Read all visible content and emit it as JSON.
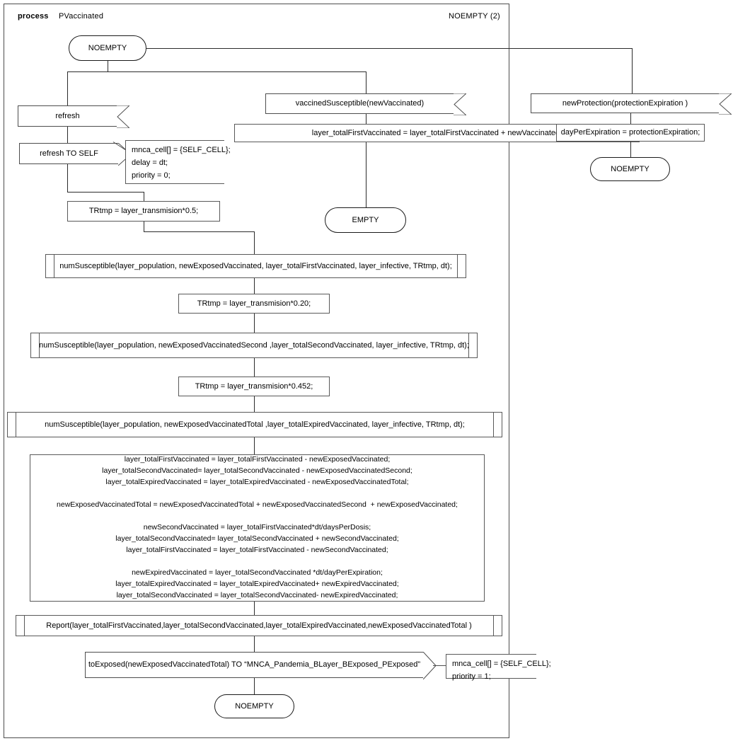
{
  "header": {
    "keyword": "process",
    "name": "PVaccinated",
    "page": "NOEMPTY (2)"
  },
  "states": {
    "start": "NOEMPTY",
    "middle_end": "EMPTY",
    "right_end": "NOEMPTY",
    "bottom_end": "NOEMPTY"
  },
  "left_branch": {
    "input_refresh": "refresh",
    "output_refresh_self": "refresh TO SELF",
    "comment_refresh": "mnca_cell[] = {SELF_CELL};\ndelay = dt;\npriority = 0;",
    "task_trtmp1": "TRtmp  = layer_transmision*0.5;"
  },
  "middle_branch": {
    "input_vaccined": "vaccinedSusceptible(newVaccinated)",
    "task_first": "layer_totalFirstVaccinated = layer_totalFirstVaccinated + newVaccinated;"
  },
  "right_branch": {
    "input_protection": "newProtection(protectionExpiration )",
    "task_dayper": "dayPerExpiration = protectionExpiration;"
  },
  "main_flow": {
    "proc_num1": "numSusceptible(layer_population, newExposedVaccinated, layer_totalFirstVaccinated, layer_infective, TRtmp, dt);",
    "task_trtmp2": "TRtmp = layer_transmision*0.20;",
    "proc_num2": "numSusceptible(layer_population, newExposedVaccinatedSecond ,layer_totalSecondVaccinated, layer_infective, TRtmp, dt);",
    "task_trtmp3": "TRtmp = layer_transmision*0.452;",
    "proc_num3": "numSusceptible(layer_population, newExposedVaccinatedTotal ,layer_totalExpiredVaccinated, layer_infective, TRtmp, dt);",
    "task_big": "layer_totalFirstVaccinated = layer_totalFirstVaccinated - newExposedVaccinated;\nlayer_totalSecondVaccinated= layer_totalSecondVaccinated - newExposedVaccinatedSecond;\nlayer_totalExpiredVaccinated = layer_totalExpiredVaccinated - newExposedVaccinatedTotal;\n\nnewExposedVaccinatedTotal = newExposedVaccinatedTotal + newExposedVaccinatedSecond  + newExposedVaccinated;\n\nnewSecondVaccinated = layer_totalFirstVaccinated*dt/daysPerDosis;\nlayer_totalSecondVaccinated= layer_totalSecondVaccinated + newSecondVaccinated;\nlayer_totalFirstVaccinated = layer_totalFirstVaccinated - newSecondVaccinated;\n\nnewExpiredVaccinated = layer_totalSecondVaccinated *dt/dayPerExpiration;\nlayer_totalExpiredVaccinated = layer_totalExpiredVaccinated+ newExpiredVaccinated;\nlayer_totalSecondVaccinated = layer_totalSecondVaccinated- newExpiredVaccinated;",
    "proc_report": "Report(layer_totalFirstVaccinated,layer_totalSecondVaccinated,layer_totalExpiredVaccinated,newExposedVaccinatedTotal )",
    "output_toexposed": "toExposed(newExposedVaccinatedTotal) TO “MNCA_Pandemia_BLayer_BExposed_PExposed”",
    "comment_toexposed": "mnca_cell[] = {SELF_CELL};\npriority = 1;"
  }
}
